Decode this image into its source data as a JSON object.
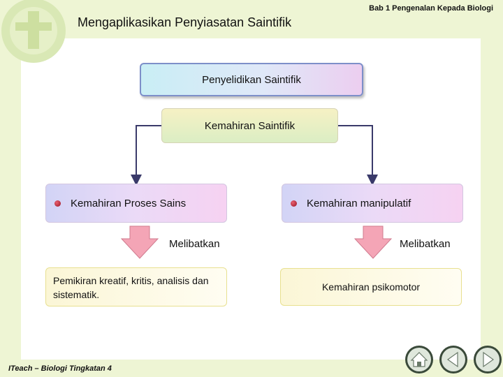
{
  "header": {
    "title": "Mengaplikasikan Penyiasatan Saintifik",
    "chapter": "Bab 1 Pengenalan Kepada Biologi"
  },
  "diagram": {
    "top_box": "Penyelidikan Saintifik",
    "middle_box": "Kemahiran Saintifik",
    "left_branch": "Kemahiran Proses Sains",
    "right_branch": "Kemahiran manipulatif",
    "left_connector": "Melibatkan",
    "right_connector": "Melibatkan",
    "left_result": "Pemikiran kreatif, kritis, analisis dan sistematik.",
    "right_result": "Kemahiran psikomotor"
  },
  "footer": {
    "text": "ITeach – Biologi Tingkatan 4"
  },
  "nav": {
    "icons": [
      "home-icon",
      "previous-icon",
      "next-icon"
    ]
  },
  "colors": {
    "background": "#eef5d4",
    "arrow": "#f2a0b0",
    "bullet": "#b0202e"
  }
}
